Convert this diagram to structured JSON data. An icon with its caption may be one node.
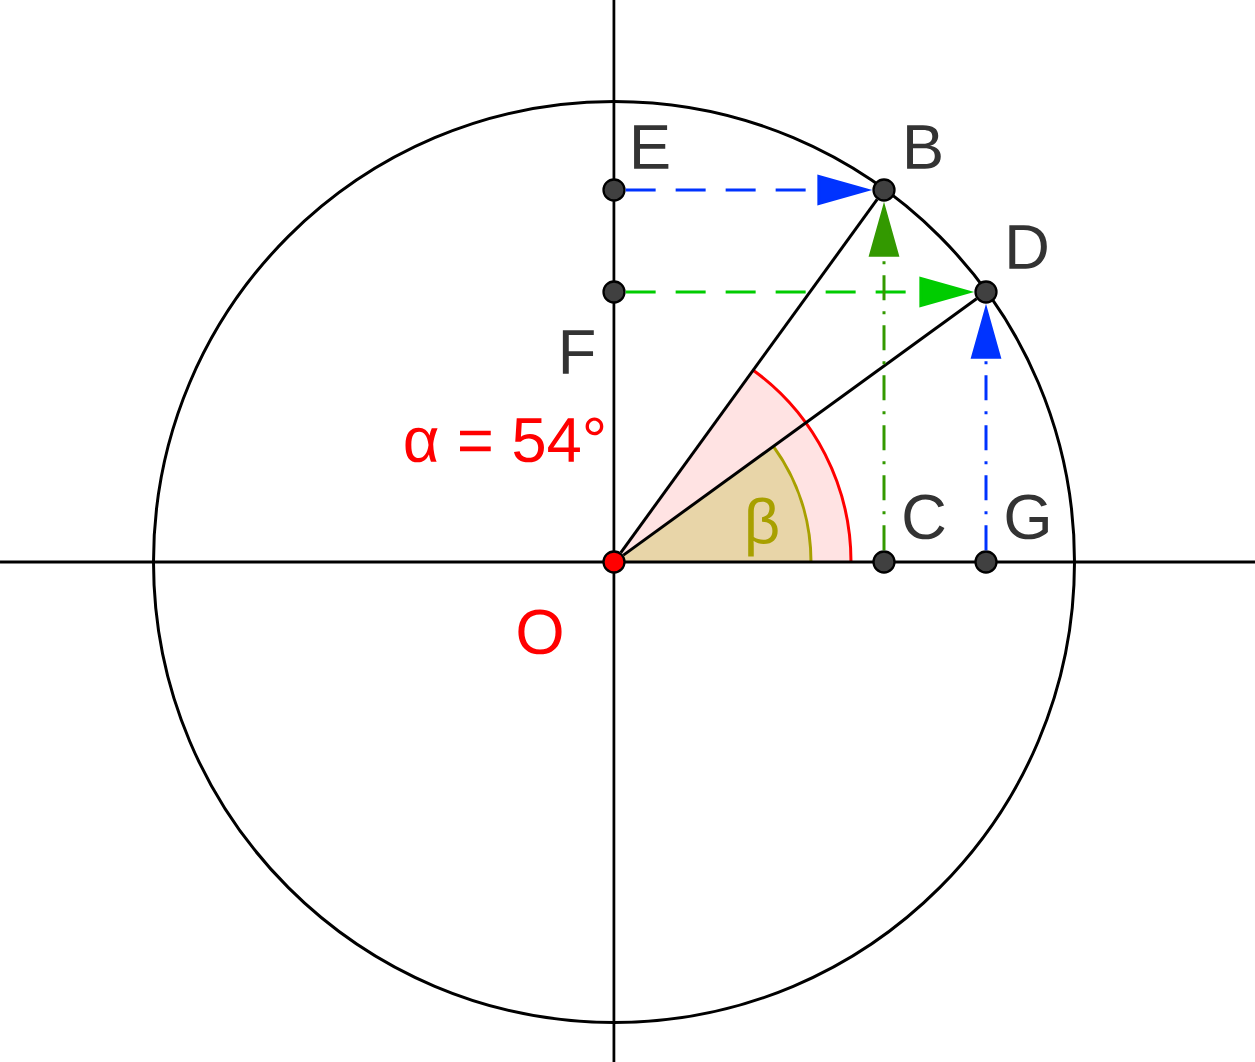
{
  "diagram": {
    "nodes": [
      {
        "text": [],
        "shape": "circle",
        "beside": [
          "E"
        ]
      },
      {
        "text": [],
        "shape": "circle",
        "beside": [
          "B"
        ]
      },
      {
        "text": [],
        "shape": "circle",
        "beside": [
          "D"
        ]
      },
      {
        "text": [],
        "shape": "circle",
        "beside": [
          "F"
        ]
      },
      {
        "text": [],
        "shape": "circle",
        "beside": [
          "C"
        ]
      },
      {
        "text": [],
        "shape": "circle",
        "beside": [
          "G"
        ]
      },
      {
        "text": [],
        "shape": "circle",
        "beside": [
          "O"
        ]
      }
    ],
    "edges": [
      {
        "from": 6,
        "to": 1,
        "arrow": "none"
      },
      {
        "from": 6,
        "to": 2,
        "arrow": "none"
      },
      {
        "from": 0,
        "to": 1,
        "arrow": "to",
        "style": "dashed",
        "color": "#0033ff"
      },
      {
        "from": 3,
        "to": 2,
        "arrow": "to",
        "style": "dashed",
        "color": "#00cc00"
      },
      {
        "from": 4,
        "to": 1,
        "arrow": "to",
        "style": "dashed",
        "color": "#339900"
      },
      {
        "from": 5,
        "to": 2,
        "arrow": "to",
        "style": "dashed",
        "color": "#0033ff"
      }
    ],
    "labels": [
      "α = 54°",
      "β"
    ]
  }
}
